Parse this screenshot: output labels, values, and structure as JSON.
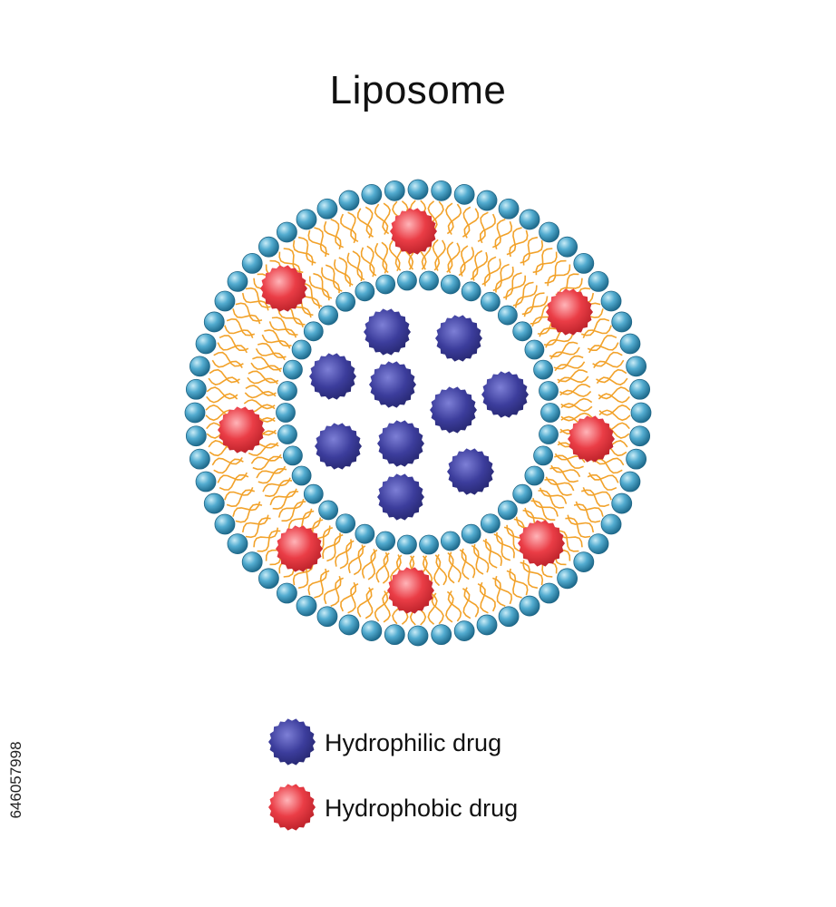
{
  "title": "Liposome",
  "colors": {
    "lipid_head": "#3b95b8",
    "lipid_tail": "#f2a22a",
    "hydrophilic_drug": "#3b3c98",
    "hydrophobic_drug": "#e8323c"
  },
  "legend": {
    "items": [
      {
        "label": "Hydrophilic drug",
        "icon": "hydrophilic-drug-icon"
      },
      {
        "label": "Hydrophobic drug",
        "icon": "hydrophobic-drug-icon"
      }
    ]
  },
  "side_id": "646057998"
}
